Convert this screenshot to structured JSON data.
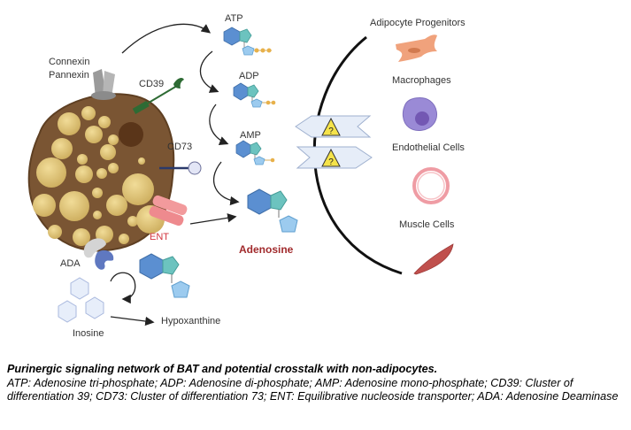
{
  "labels": {
    "connexin": "Connexin",
    "pannexin": "Pannexin",
    "cd39": "CD39",
    "cd73": "CD73",
    "ent": "ENT",
    "ada": "ADA",
    "inosine": "Inosine",
    "hypoxanthine": "Hypoxanthine",
    "atp": "ATP",
    "adp": "ADP",
    "amp": "AMP",
    "adenosine": "Adenosine"
  },
  "target_cells": [
    {
      "label": "Adipocyte Progenitors",
      "icon": "fibroblast-icon"
    },
    {
      "label": "Macrophages",
      "icon": "macrophage-icon"
    },
    {
      "label": "Endothelial Cells",
      "icon": "endothelial-ring-icon"
    },
    {
      "label": "Muscle Cells",
      "icon": "muscle-fiber-icon"
    }
  ],
  "unknown_signal_icon": "warning-question-icon",
  "colors": {
    "cell_body": "#7a5533",
    "lipid": "#dcc276",
    "adenine_hex": "#5b8fd1",
    "adenine_pent": "#6cc3bf",
    "ribose": "#9ccbef",
    "phosphate": "#e8b14a",
    "cd39": "#2e6b34",
    "cd73": "#2b3a6b",
    "ent": "#f08a8c",
    "ada": "#5f78c0",
    "warning": "#f5e34a"
  },
  "caption": {
    "title": "Purinergic signaling network of BAT and potential crosstalk with non-adipocytes.",
    "body": "ATP: Adenosine tri-phosphate; ADP: Adenosine di-phosphate; AMP: Adenosine mono-phosphate; CD39: Cluster of differentiation 39; CD73: Cluster of differentiation 73; ENT: Equilibrative nucleoside transporter; ADA: Adenosine Deaminase"
  }
}
